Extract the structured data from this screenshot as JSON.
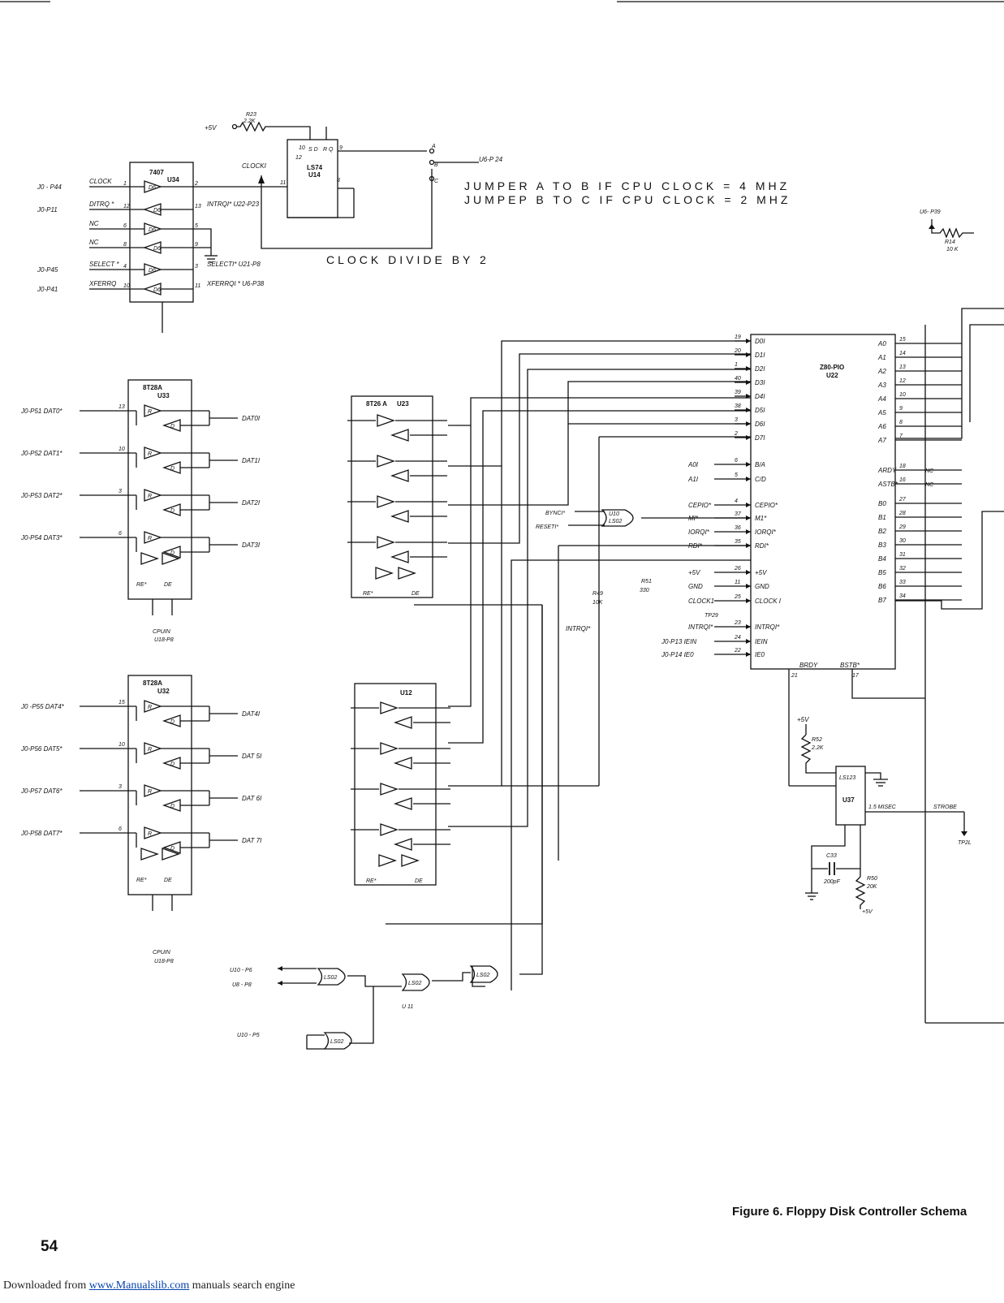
{
  "page_number": "54",
  "figure_caption": "Figure 6.  Floppy Disk Controller Schema",
  "footer": {
    "prefix": "Downloaded from ",
    "link": "www.Manualslib.com",
    "suffix": " manuals search engine"
  },
  "notes": {
    "jumper_ab": "JUMPER A TO B IF CPU CLOCK = 4 MHZ",
    "jumper_bc": "JUMPEP B TO C IF CPU CLOCK = 2 MHZ",
    "clock_divide": "CLOCK DIVIDE BY 2"
  },
  "components": {
    "r23": [
      "R23",
      "2.2K"
    ],
    "plus5v": "+5V",
    "u14": [
      "LS74",
      "U14"
    ],
    "clock_label": "CLOCKI",
    "u6p24": "U6-P 24",
    "u34": [
      "7407",
      "U34"
    ],
    "u34_inputs": [
      {
        "conn": "J0 - P44",
        "sig": "CLOCK",
        "pin": "1"
      },
      {
        "conn": "J0-P11",
        "sig": "DITRQ *",
        "pin": "12"
      },
      {
        "conn": "",
        "sig": "NC",
        "pin": "6"
      },
      {
        "conn": "",
        "sig": "NC",
        "pin": "8"
      },
      {
        "conn": "J0-P45",
        "sig": "SELECT *",
        "pin": "4"
      },
      {
        "conn": "J0-P41",
        "sig": "XFERRQ",
        "pin": "10"
      }
    ],
    "u34_outputs": [
      {
        "sig": "",
        "pin": "2"
      },
      {
        "sig": "INTRQI* U22-P23",
        "pin": "13"
      },
      {
        "sig": "",
        "pin": "5"
      },
      {
        "sig": "",
        "pin": "9"
      },
      {
        "sig": "SELECTI* U21-P8",
        "pin": "3"
      },
      {
        "sig": "XFERRQI * U6-P38",
        "pin": "11"
      }
    ],
    "u33": [
      "8T28A",
      "U33"
    ],
    "u32": [
      "8T28A",
      "U32"
    ],
    "u23": [
      "8T26 A",
      "U23"
    ],
    "u12": [
      "",
      "U12"
    ],
    "u33_in": [
      {
        "conn": "J0-P51 DAT0*",
        "pin": "13",
        "out": "DAT0I"
      },
      {
        "conn": "J0-P52 DAT1*",
        "pin": "10",
        "out": "DAT1I"
      },
      {
        "conn": "J0-P53 DAT2*",
        "pin": "3",
        "out": "DAT2I"
      },
      {
        "conn": "J0-P54 DAT3*",
        "pin": "6",
        "out": "DAT3I"
      }
    ],
    "u32_in": [
      {
        "conn": "J0 -P55 DAT4*",
        "pin": "15",
        "out": "DAT4I"
      },
      {
        "conn": "J0-P56 DAT5*",
        "pin": "10",
        "out": "DAT 5I"
      },
      {
        "conn": "J0-P57 DAT6*",
        "pin": "3",
        "out": "DAT 6I"
      },
      {
        "conn": "J0-P58 DAT7*",
        "pin": "6",
        "out": "DAT 7I"
      }
    ],
    "cpuin_1": [
      "CPUIN",
      "U18-P8"
    ],
    "cpuin_2": [
      "CPUIN",
      "U18-P8"
    ],
    "re": "RE*",
    "de": "DE",
    "z80": [
      "Z80-PIO",
      "U22"
    ],
    "z80_left": [
      {
        "name": "D0I",
        "pin": "19"
      },
      {
        "name": "D1I",
        "pin": "20"
      },
      {
        "name": "D2I",
        "pin": "1"
      },
      {
        "name": "D3I",
        "pin": "40"
      },
      {
        "name": "D4I",
        "pin": "39"
      },
      {
        "name": "D5I",
        "pin": "38"
      },
      {
        "name": "D6I",
        "pin": "3"
      },
      {
        "name": "D7I",
        "pin": "2"
      }
    ],
    "z80_ctrl": [
      {
        "ext": "A0I",
        "name": "B/A",
        "pin": "6"
      },
      {
        "ext": "A1I",
        "name": "C/D",
        "pin": "5"
      },
      {
        "ext": "CEPIO*",
        "name": "CEPIO*",
        "pin": "4"
      },
      {
        "ext": "MI*",
        "name": "M1*",
        "pin": "37"
      },
      {
        "ext": "IORQI*",
        "name": "IORQI*",
        "pin": "36"
      },
      {
        "ext": "RDI*",
        "name": "RDI*",
        "pin": "35"
      },
      {
        "ext": "+5V",
        "name": "+5V",
        "pin": "26"
      },
      {
        "ext": "GND",
        "name": "GND",
        "pin": "11"
      },
      {
        "ext": "CLOCK1",
        "name": "CLOCK I",
        "pin": "25"
      },
      {
        "ext": "INTRQI*",
        "name": "INTRQI*",
        "pin": "23"
      },
      {
        "ext": "J0-P13 IEIN",
        "name": "IEIN",
        "pin": "24"
      },
      {
        "ext": "J0-P14 IE0",
        "name": "IE0",
        "pin": "22"
      }
    ],
    "z80_right": [
      {
        "name": "A0",
        "pin": "15"
      },
      {
        "name": "A1",
        "pin": "14"
      },
      {
        "name": "A2",
        "pin": "13"
      },
      {
        "name": "A3",
        "pin": "12"
      },
      {
        "name": "A4",
        "pin": "10"
      },
      {
        "name": "A5",
        "pin": "9"
      },
      {
        "name": "A6",
        "pin": "8"
      },
      {
        "name": "A7",
        "pin": "7"
      },
      {
        "name": "ARDY",
        "pin": "18",
        "nc": "NC"
      },
      {
        "name": "ASTB*",
        "pin": "16",
        "nc": "NC"
      },
      {
        "name": "B0",
        "pin": "27"
      },
      {
        "name": "B1",
        "pin": "28"
      },
      {
        "name": "B2",
        "pin": "29"
      },
      {
        "name": "B3",
        "pin": "30"
      },
      {
        "name": "B4",
        "pin": "31"
      },
      {
        "name": "B5",
        "pin": "32"
      },
      {
        "name": "B6",
        "pin": "33"
      },
      {
        "name": "B7",
        "pin": "34"
      }
    ],
    "z80_bottom": {
      "brdy": "BRDY",
      "brdy_pin": "21",
      "bstb": "BSTB*",
      "bstb_pin": "17"
    },
    "u10": [
      "U10",
      "LS02"
    ],
    "byncl": "BYNCI*",
    "reset": "RESETI*",
    "tp29": "TP29",
    "r51": [
      "R51",
      "330"
    ],
    "r49": [
      "R49",
      "10K"
    ],
    "r52": [
      "R52",
      "2.2K"
    ],
    "r50": [
      "R50",
      "20K"
    ],
    "r14": [
      "R14",
      "10 K"
    ],
    "u6p39": "U6- P39",
    "u37": [
      "LS123",
      "U37"
    ],
    "u37_out": "1.5 MISEC",
    "strobe": "STROBE",
    "tp": "TP2L",
    "c33": [
      "C33",
      "200pF"
    ],
    "nor_gates": [
      "LS02",
      "LS02",
      "LS02",
      "LS02"
    ],
    "u10p6": "U10 - P6",
    "u8p8": "U8 - P8",
    "u10p5": "U10 - P5",
    "u11": "U 11"
  }
}
